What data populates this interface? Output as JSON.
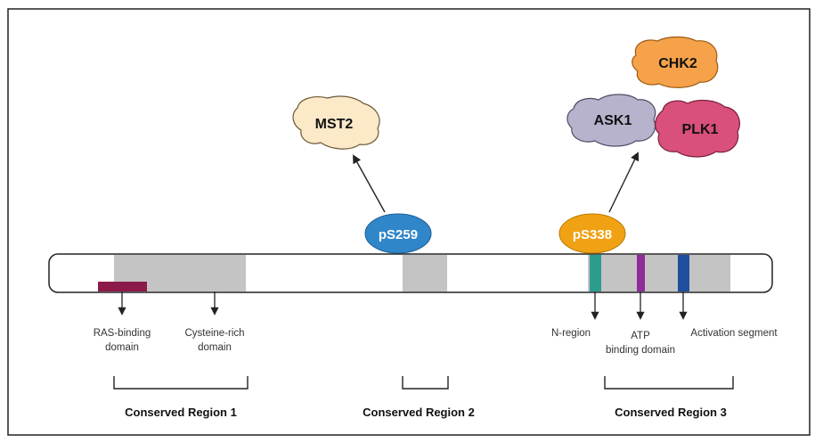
{
  "labels": {
    "ras_binding": [
      "RAS-binding",
      "domain"
    ],
    "cysteine_rich": [
      "Cysteine-rich",
      "domain"
    ],
    "n_region": "N-region",
    "atp": [
      "ATP",
      "binding domain"
    ],
    "activation": "Activation segment"
  },
  "regions": {
    "cr1": "Conserved Region 1",
    "cr2": "Conserved Region 2",
    "cr3": "Conserved Region 3"
  },
  "phosphosites": {
    "s259": "pS259",
    "s338": "pS338"
  },
  "kinases": {
    "mst2": "MST2",
    "ask1": "ASK1",
    "chk2": "CHK2",
    "plk1": "PLK1"
  },
  "colors": {
    "frame": "#222222",
    "bar_fill": "#ffffff",
    "conserved_block": "#c4c4c4",
    "ras_marker": "#8b1a4a",
    "n_region_marker": "#2a9d8f",
    "atp_marker": "#8e2c9a",
    "activation_marker": "#1f4f9e",
    "ps259_fill": "#2f86c8",
    "ps338_fill": "#f0a214",
    "mst2_fill": "#fbe9c8",
    "ask1_fill": "#b7b3cc",
    "chk2_fill": "#f6a24a",
    "plk1_fill": "#d9507a"
  }
}
